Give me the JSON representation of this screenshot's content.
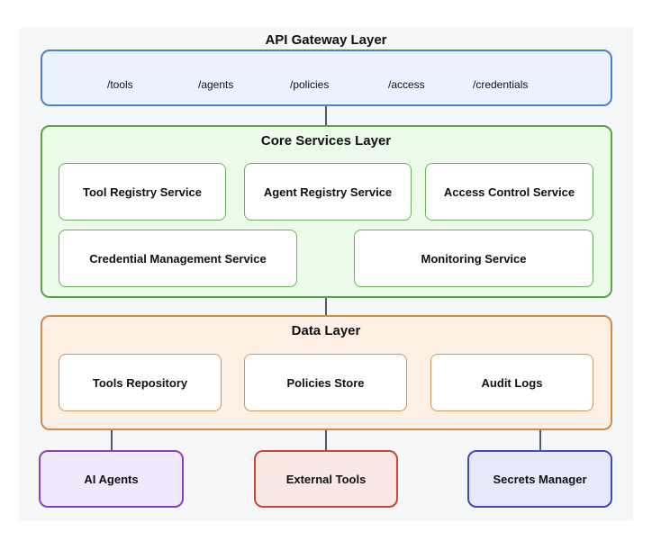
{
  "gateway": {
    "title": "API Gateway Layer",
    "endpoints": [
      "/tools",
      "/agents",
      "/policies",
      "/access",
      "/credentials"
    ]
  },
  "core": {
    "title": "Core Services Layer",
    "services": [
      "Tool Registry Service",
      "Agent Registry Service",
      "Access Control Service",
      "Credential Management Service",
      "Monitoring Service"
    ]
  },
  "data_layer": {
    "title": "Data Layer",
    "stores": [
      "Tools Repository",
      "Policies Store",
      "Audit Logs"
    ]
  },
  "external": {
    "nodes": [
      "AI Agents",
      "External Tools",
      "Secrets Manager"
    ]
  },
  "colors": {
    "gateway_border": "#4a80d6",
    "gateway_fill": "#e9f2fd",
    "core_border": "#55a644",
    "core_fill": "#ecfbea",
    "data_border": "#d28a45",
    "data_fill": "#fdf1e6",
    "ai_agents_border": "#8a3fc4",
    "external_tools_border": "#c94638",
    "secrets_manager_border": "#3d4bc0"
  }
}
